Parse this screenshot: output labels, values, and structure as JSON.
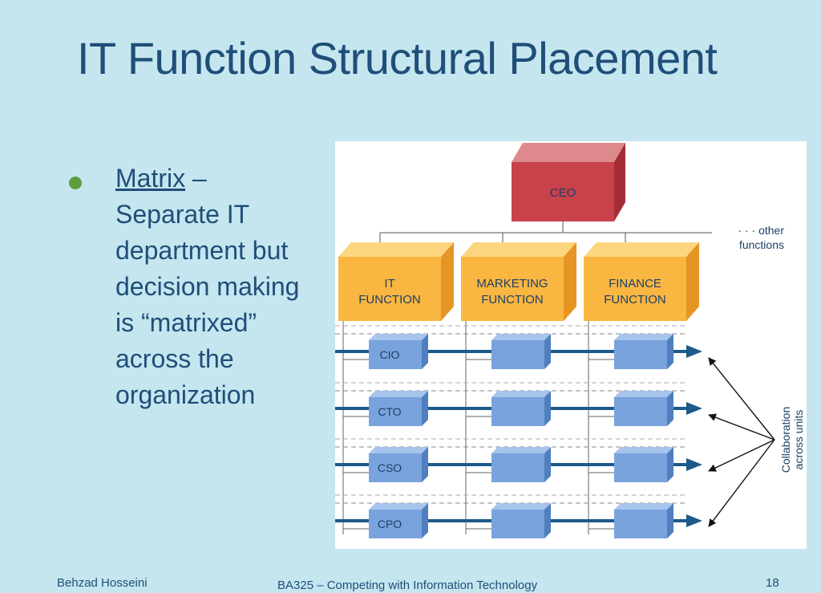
{
  "slide": {
    "title": "IT Function Structural Placement",
    "bullet": {
      "term": "Matrix",
      "dash": " –",
      "lines": [
        "Separate IT",
        "department but",
        "decision making",
        "is “matrixed”",
        "across the",
        "organization"
      ]
    },
    "footer": {
      "author": "Behzad Hosseini",
      "course": "BA325 – Competing with Information Technology",
      "page": "18"
    }
  },
  "diagram": {
    "ceo": "CEO",
    "other_functions": [
      "· · · other",
      "functions"
    ],
    "functions": [
      {
        "line1": "IT",
        "line2": "FUNCTION"
      },
      {
        "line1": "MARKETING",
        "line2": "FUNCTION"
      },
      {
        "line1": "FINANCE",
        "line2": "FUNCTION"
      }
    ],
    "roles": [
      "CIO",
      "CTO",
      "CSO",
      "CPO"
    ],
    "collaboration": [
      "Collaboration",
      "across units"
    ],
    "colors": {
      "ceo_front": "#c8414b",
      "ceo_top": "#de8a8d",
      "ceo_side": "#a52c37",
      "func_front": "#f9b641",
      "func_top": "#fdd57f",
      "func_side": "#e69524",
      "role_front": "#79a3dc",
      "role_top": "#a6c4ec",
      "role_side": "#4f7fbf",
      "arrow": "#1d5a8a",
      "text": "#1c3f66"
    }
  }
}
